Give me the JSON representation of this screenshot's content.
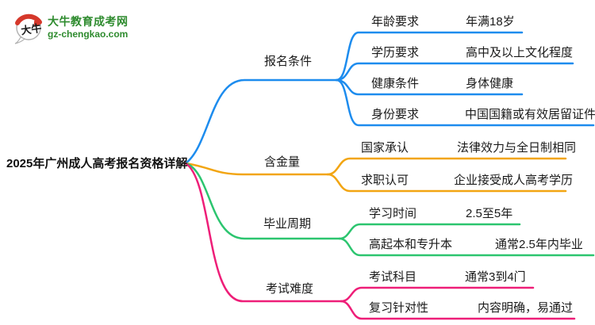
{
  "logo": {
    "icon_text": "大牛",
    "site_name": "大牛教育成考网",
    "site_url": "gz-chengkao.com"
  },
  "center": {
    "title": "2025年广州成人高考报名资格详解"
  },
  "colors": {
    "branch_blue": "#1d8cee",
    "branch_orange": "#f2a512",
    "branch_green": "#2cc56f",
    "branch_pink": "#ee1e78",
    "brand_green": "#2e8b2e",
    "logo_red": "#d5382b",
    "text": "#1a1a1a"
  },
  "branches": [
    {
      "label": "报名条件",
      "color": "#1d8cee",
      "children": [
        {
          "label": "年龄要求",
          "value": "年满18岁"
        },
        {
          "label": "学历要求",
          "value": "高中及以上文化程度"
        },
        {
          "label": "健康条件",
          "value": "身体健康"
        },
        {
          "label": "身份要求",
          "value": "中国国籍或有效居留证件"
        }
      ]
    },
    {
      "label": "含金量",
      "color": "#f2a512",
      "children": [
        {
          "label": "国家承认",
          "value": "法律效力与全日制相同"
        },
        {
          "label": "求职认可",
          "value": "企业接受成人高考学历"
        }
      ]
    },
    {
      "label": "毕业周期",
      "color": "#2cc56f",
      "children": [
        {
          "label": "学习时间",
          "value": "2.5至5年"
        },
        {
          "label": "高起本和专升本",
          "value": "通常2.5年内毕业"
        }
      ]
    },
    {
      "label": "考试难度",
      "color": "#ee1e78",
      "children": [
        {
          "label": "考试科目",
          "value": "通常3到4门"
        },
        {
          "label": "复习针对性",
          "value": "内容明确，易通过"
        }
      ]
    }
  ]
}
